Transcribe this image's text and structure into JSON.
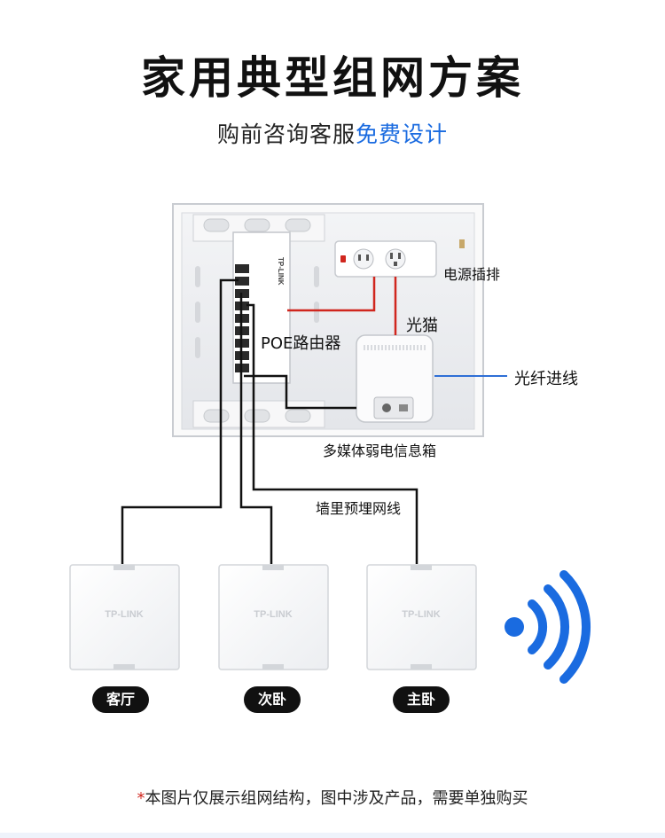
{
  "header": {
    "title": "家用典型组网方案",
    "subtitle_prefix": "购前咨询客服",
    "subtitle_highlight": "免费设计",
    "highlight_color": "#1a6be0"
  },
  "labels": {
    "power_strip": "电源插排",
    "modem": "光猫",
    "fiber_line": "光纤进线",
    "poe_router": "POE路由器",
    "media_box": "多媒体弱电信息箱",
    "wall_cable": "墙里预埋网线"
  },
  "devices": {
    "router_brand": "TP-LINK",
    "ap_brand": "TP-LINK"
  },
  "rooms": [
    {
      "label": "客厅"
    },
    {
      "label": "次卧"
    },
    {
      "label": "主卧"
    }
  ],
  "wifi": {
    "icon": "wifi-icon",
    "color": "#1a6be0"
  },
  "colors": {
    "power_line": "#d0261e",
    "fiber_line": "#2f6fd6",
    "network_cable": "#111111"
  },
  "footnote": {
    "star": "*",
    "text": "本图片仅展示组网结构，图中涉及产品，需要单独购买"
  }
}
